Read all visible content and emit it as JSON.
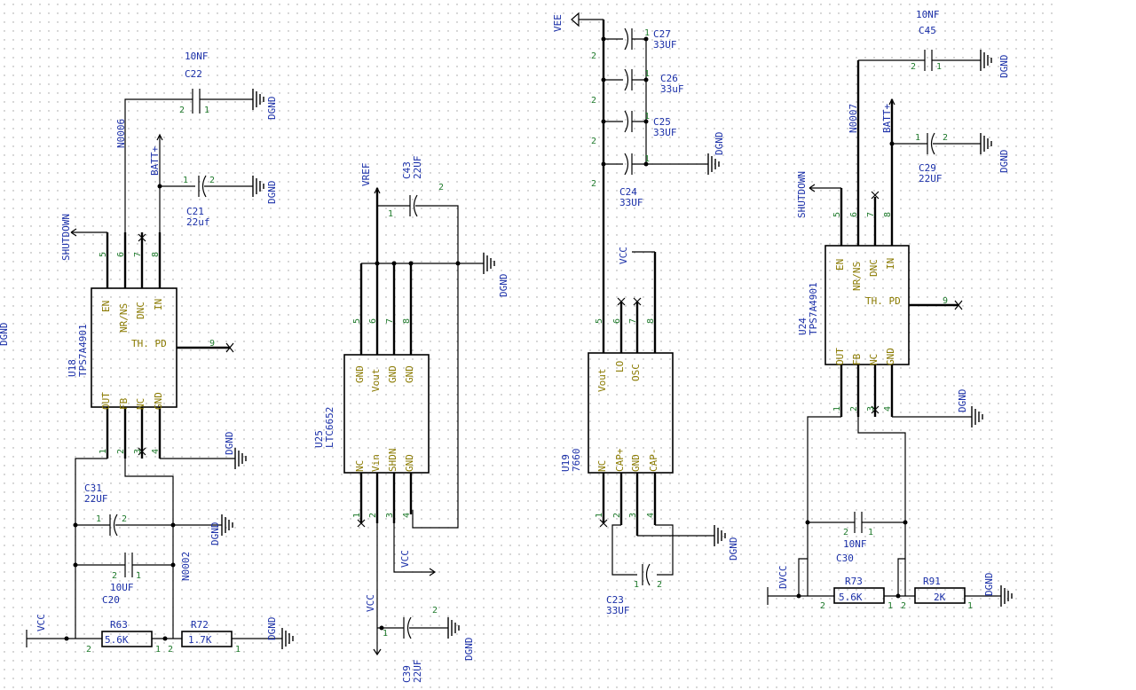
{
  "schematic": {
    "colors": {
      "label": "#1a2fa8",
      "pin_name": "#8a7a00",
      "pin_number": "#1f7a2c",
      "wire": "#000000",
      "background": "#ffffff"
    },
    "net_labels": {
      "shutdown": "SHUTDOWN",
      "batt": "BATT+",
      "dgnd": "DGND",
      "vref": "VREF",
      "vcc": "VCC",
      "vee": "VEE",
      "dvcc": "DVCC",
      "n0006": "N0006",
      "n0002": "N0002",
      "n0007": "N0007"
    },
    "u18": {
      "ref": "U18",
      "part": "TPS7A4901",
      "pins_top": [
        "EN",
        "NR/NS",
        "DNC",
        "IN"
      ],
      "pins_bottom": [
        "OUT",
        "FB",
        "NC",
        "GND"
      ],
      "pin_right": "TH. PD",
      "nums_top": [
        "5",
        "6",
        "7",
        "8"
      ],
      "nums_bottom": [
        "1",
        "2",
        "3",
        "4"
      ],
      "num_right": "9"
    },
    "u24": {
      "ref": "U24",
      "part": "TPS7A4901",
      "pins_top": [
        "EN",
        "NR/NS",
        "DNC",
        "IN"
      ],
      "pins_bottom": [
        "OUT",
        "FB",
        "NC",
        "GND"
      ],
      "pin_right": "TH. PD",
      "nums_top": [
        "5",
        "6",
        "7",
        "8"
      ],
      "nums_bottom": [
        "1",
        "2",
        "3",
        "4"
      ],
      "num_right": "9"
    },
    "u25": {
      "ref": "U25",
      "part": "LTC6652",
      "pins_top": [
        "GND",
        "Vout",
        "GND",
        "GND"
      ],
      "pins_bottom": [
        "NC",
        "Vin",
        "SHDN",
        "GND"
      ],
      "nums_top": [
        "5",
        "6",
        "7",
        "8"
      ],
      "nums_bottom": [
        "1",
        "2",
        "3",
        "4"
      ]
    },
    "u19": {
      "ref": "U19",
      "part": "7660",
      "pins_top": [
        "Vout",
        "LO",
        "OSC"
      ],
      "pins_bottom": [
        "NC",
        "CAP+",
        "GND",
        "CAP-"
      ],
      "nums_top": [
        "5",
        "6",
        "7",
        "8"
      ],
      "nums_bottom": [
        "1",
        "2",
        "3",
        "4"
      ]
    },
    "capacitors": {
      "c22": {
        "ref": "C22",
        "value": "10NF"
      },
      "c21": {
        "ref": "C21",
        "value": "22uf"
      },
      "c31": {
        "ref": "C31",
        "value": "22UF"
      },
      "c20": {
        "ref": "C20",
        "value": "10UF"
      },
      "c43": {
        "ref": "C43",
        "value": "22UF"
      },
      "c39": {
        "ref": "C39",
        "value": "22UF"
      },
      "c27": {
        "ref": "C27",
        "value": "33UF"
      },
      "c26": {
        "ref": "C26",
        "value": "33uF"
      },
      "c25": {
        "ref": "C25",
        "value": "33UF"
      },
      "c24": {
        "ref": "C24",
        "value": "33UF"
      },
      "c23": {
        "ref": "C23",
        "value": "33UF"
      },
      "c45": {
        "ref": "C45",
        "value": "10NF"
      },
      "c29": {
        "ref": "C29",
        "value": "22UF"
      },
      "c30": {
        "ref": "C30",
        "value": "10NF"
      }
    },
    "resistors": {
      "r63": {
        "ref": "R63",
        "value": "5.6K"
      },
      "r72": {
        "ref": "R72",
        "value": "1.7K"
      },
      "r73": {
        "ref": "R73",
        "value": "5.6K"
      },
      "r91": {
        "ref": "R91",
        "value": "2K"
      }
    },
    "pin_nums": {
      "one": "1",
      "two": "2"
    }
  }
}
